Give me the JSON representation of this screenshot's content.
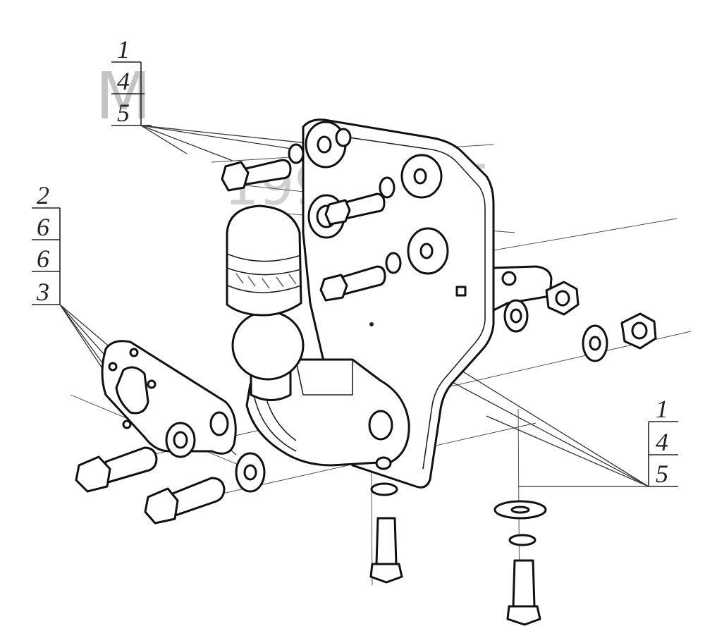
{
  "watermark": {
    "letter": "M",
    "code": "199-34",
    "suffix": "T",
    "color": "#bdbdbd"
  },
  "callouts": [
    {
      "id": "top-left",
      "labels": [
        "1",
        "4",
        "5"
      ]
    },
    {
      "id": "left",
      "labels": [
        "2",
        "6",
        "6",
        "3"
      ]
    },
    {
      "id": "right",
      "labels": [
        "1",
        "4",
        "5"
      ]
    }
  ],
  "ink": "#111111"
}
